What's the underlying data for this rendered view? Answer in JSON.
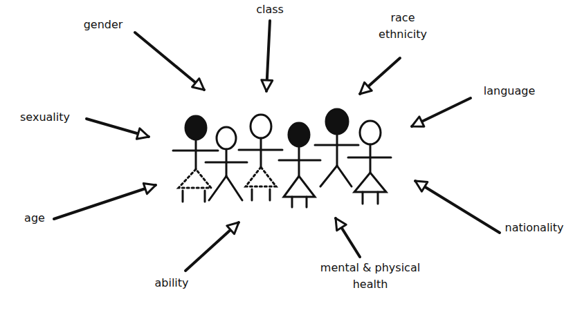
{
  "diagram": {
    "labels": [
      "gender",
      "class",
      "race ethnicity",
      "language",
      "sexuality",
      "age",
      "ability",
      "mental & physical health",
      "nationality"
    ]
  }
}
